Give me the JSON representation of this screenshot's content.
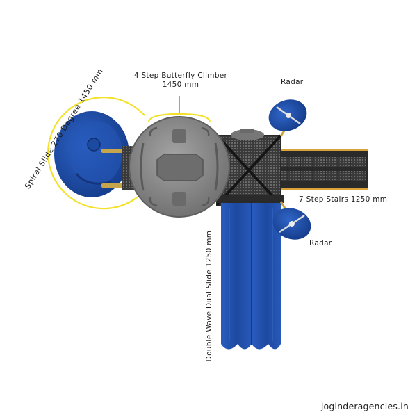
{
  "labels": {
    "butterfly_climber_line1": "4 Step Butterfly Climber",
    "butterfly_climber_line2": "1450 mm",
    "radar_top": "Radar",
    "radar_bottom": "Radar",
    "spiral_slide": "Spiral Slide 270 Degree 1450 mm",
    "stairs": "7 Step Stairs 1250 mm",
    "dual_slide": "Double Wave Dual Slide  1250 mm"
  },
  "watermark": "joginderagencies.in",
  "colors": {
    "slide_blue": "#1f4fa8",
    "dome_gray": "#8c8c8c",
    "deck_dark": "#2a2a2a",
    "highlight_yellow": "#f3e12a"
  }
}
